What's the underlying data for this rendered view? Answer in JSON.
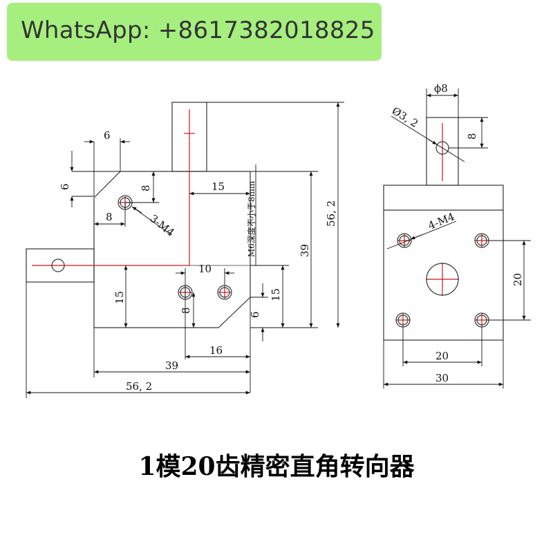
{
  "banner": {
    "text": "WhatsApp: +8617382018825"
  },
  "caption": "1模20齿精密直角转向器",
  "front_view": {
    "dims": {
      "top_width": "6",
      "top_height": "6",
      "hole_x": "8",
      "hole_y": "8",
      "hole_label": "3-M4",
      "shaft_offset": "15",
      "thread_note": "M6深度不小于8mm",
      "height_39": "39",
      "height_56": "56, 2",
      "hole_spacing": "10",
      "bottom_left_15": "15",
      "bottom_right_15": "15",
      "bottom_hole_y": "8",
      "bottom_chamfer": "6",
      "bottom_16": "16",
      "width_39": "39",
      "width_56": "56, 2"
    }
  },
  "side_view": {
    "dims": {
      "shaft_dia": "ϕ8",
      "hole_dia": "Ø3, 2",
      "shaft_height": "8",
      "hole_label": "4-M4",
      "spacing_v": "20",
      "spacing_h": "20",
      "width": "30"
    }
  }
}
